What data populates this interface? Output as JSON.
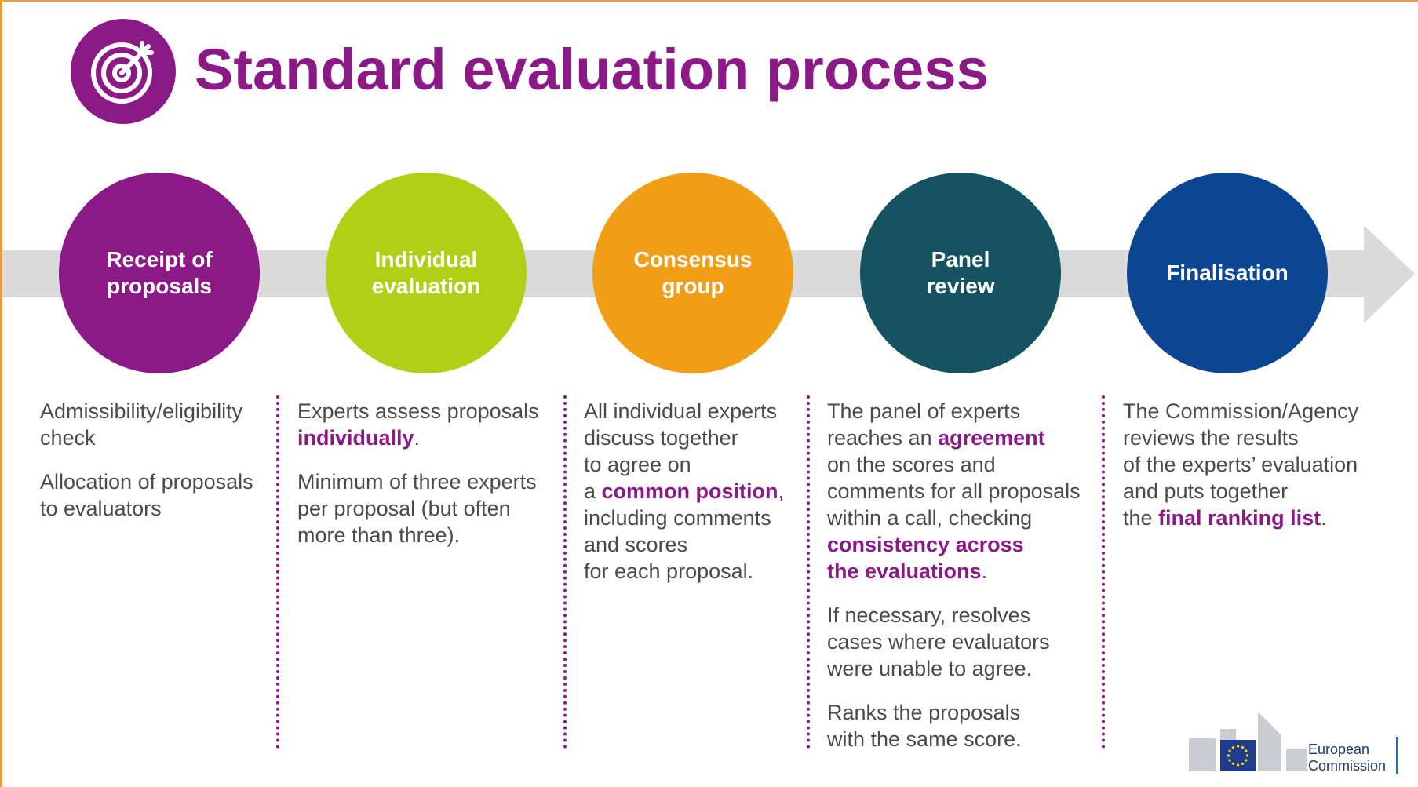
{
  "header": {
    "title": "Standard evaluation process",
    "icon": "target-icon",
    "color": "#8b1a87"
  },
  "process": {
    "arrow_color": "#dadada",
    "steps": [
      {
        "label": "Receipt of\nproposals",
        "color": "#8b1a87",
        "paragraphs": [
          [
            {
              "t": "Admissibility/eligibility"
            },
            {
              "t": "check",
              "br": true
            }
          ],
          [
            {
              "t": "Allocation of proposals"
            },
            {
              "t": "to evaluators",
              "br": true
            }
          ]
        ]
      },
      {
        "label": "Individual\nevaluation",
        "color": "#b1cf16",
        "paragraphs": [
          [
            {
              "t": "Experts assess proposals"
            },
            {
              "t": "individually",
              "hl": true,
              "br": true
            },
            {
              "t": "."
            }
          ],
          [
            {
              "t": "Minimum of three experts"
            },
            {
              "t": "per proposal (but often",
              "br": true
            },
            {
              "t": "more than three).",
              "br": true
            }
          ]
        ]
      },
      {
        "label": "Consensus\ngroup",
        "color": "#f09e15",
        "paragraphs": [
          [
            {
              "t": "All individual experts"
            },
            {
              "t": "discuss together",
              "br": true
            },
            {
              "t": "to agree on",
              "br": true
            },
            {
              "t": "a ",
              "br": true
            },
            {
              "t": "common position",
              "hl": true
            },
            {
              "t": ","
            },
            {
              "t": "including comments",
              "br": true
            },
            {
              "t": "and scores",
              "br": true
            },
            {
              "t": "for each proposal.",
              "br": true
            }
          ]
        ]
      },
      {
        "label": "Panel\nreview",
        "color": "#14535f",
        "paragraphs": [
          [
            {
              "t": "The panel of experts"
            },
            {
              "t": "reaches an ",
              "br": true
            },
            {
              "t": "agreement",
              "hl": true
            },
            {
              "t": "on the scores and",
              "br": true
            },
            {
              "t": "comments for all proposals",
              "br": true
            },
            {
              "t": "within a call, checking",
              "br": true
            },
            {
              "t": "consistency across",
              "hl": true,
              "br": true
            },
            {
              "t": "the evaluations",
              "hl": true,
              "br": true
            },
            {
              "t": "."
            }
          ],
          [
            {
              "t": "If necessary, resolves"
            },
            {
              "t": "cases where evaluators",
              "br": true
            },
            {
              "t": "were unable to agree.",
              "br": true
            }
          ],
          [
            {
              "t": "Ranks the proposals"
            },
            {
              "t": "with the same score.",
              "br": true
            }
          ]
        ]
      },
      {
        "label": "Finalisation",
        "color": "#0c4592",
        "paragraphs": [
          [
            {
              "t": "The Commission/Agency"
            },
            {
              "t": "reviews the results",
              "br": true
            },
            {
              "t": "of the experts’ evaluation",
              "br": true
            },
            {
              "t": "and puts together",
              "br": true
            },
            {
              "t": "the ",
              "br": true
            },
            {
              "t": "final ranking list",
              "hl": true
            },
            {
              "t": "."
            }
          ]
        ]
      }
    ]
  },
  "footer": {
    "logo_text": "European\nCommission",
    "logo_icon": "european-commission-logo",
    "flag_color": "#1d3c8f",
    "star_color": "#ffdd00"
  }
}
